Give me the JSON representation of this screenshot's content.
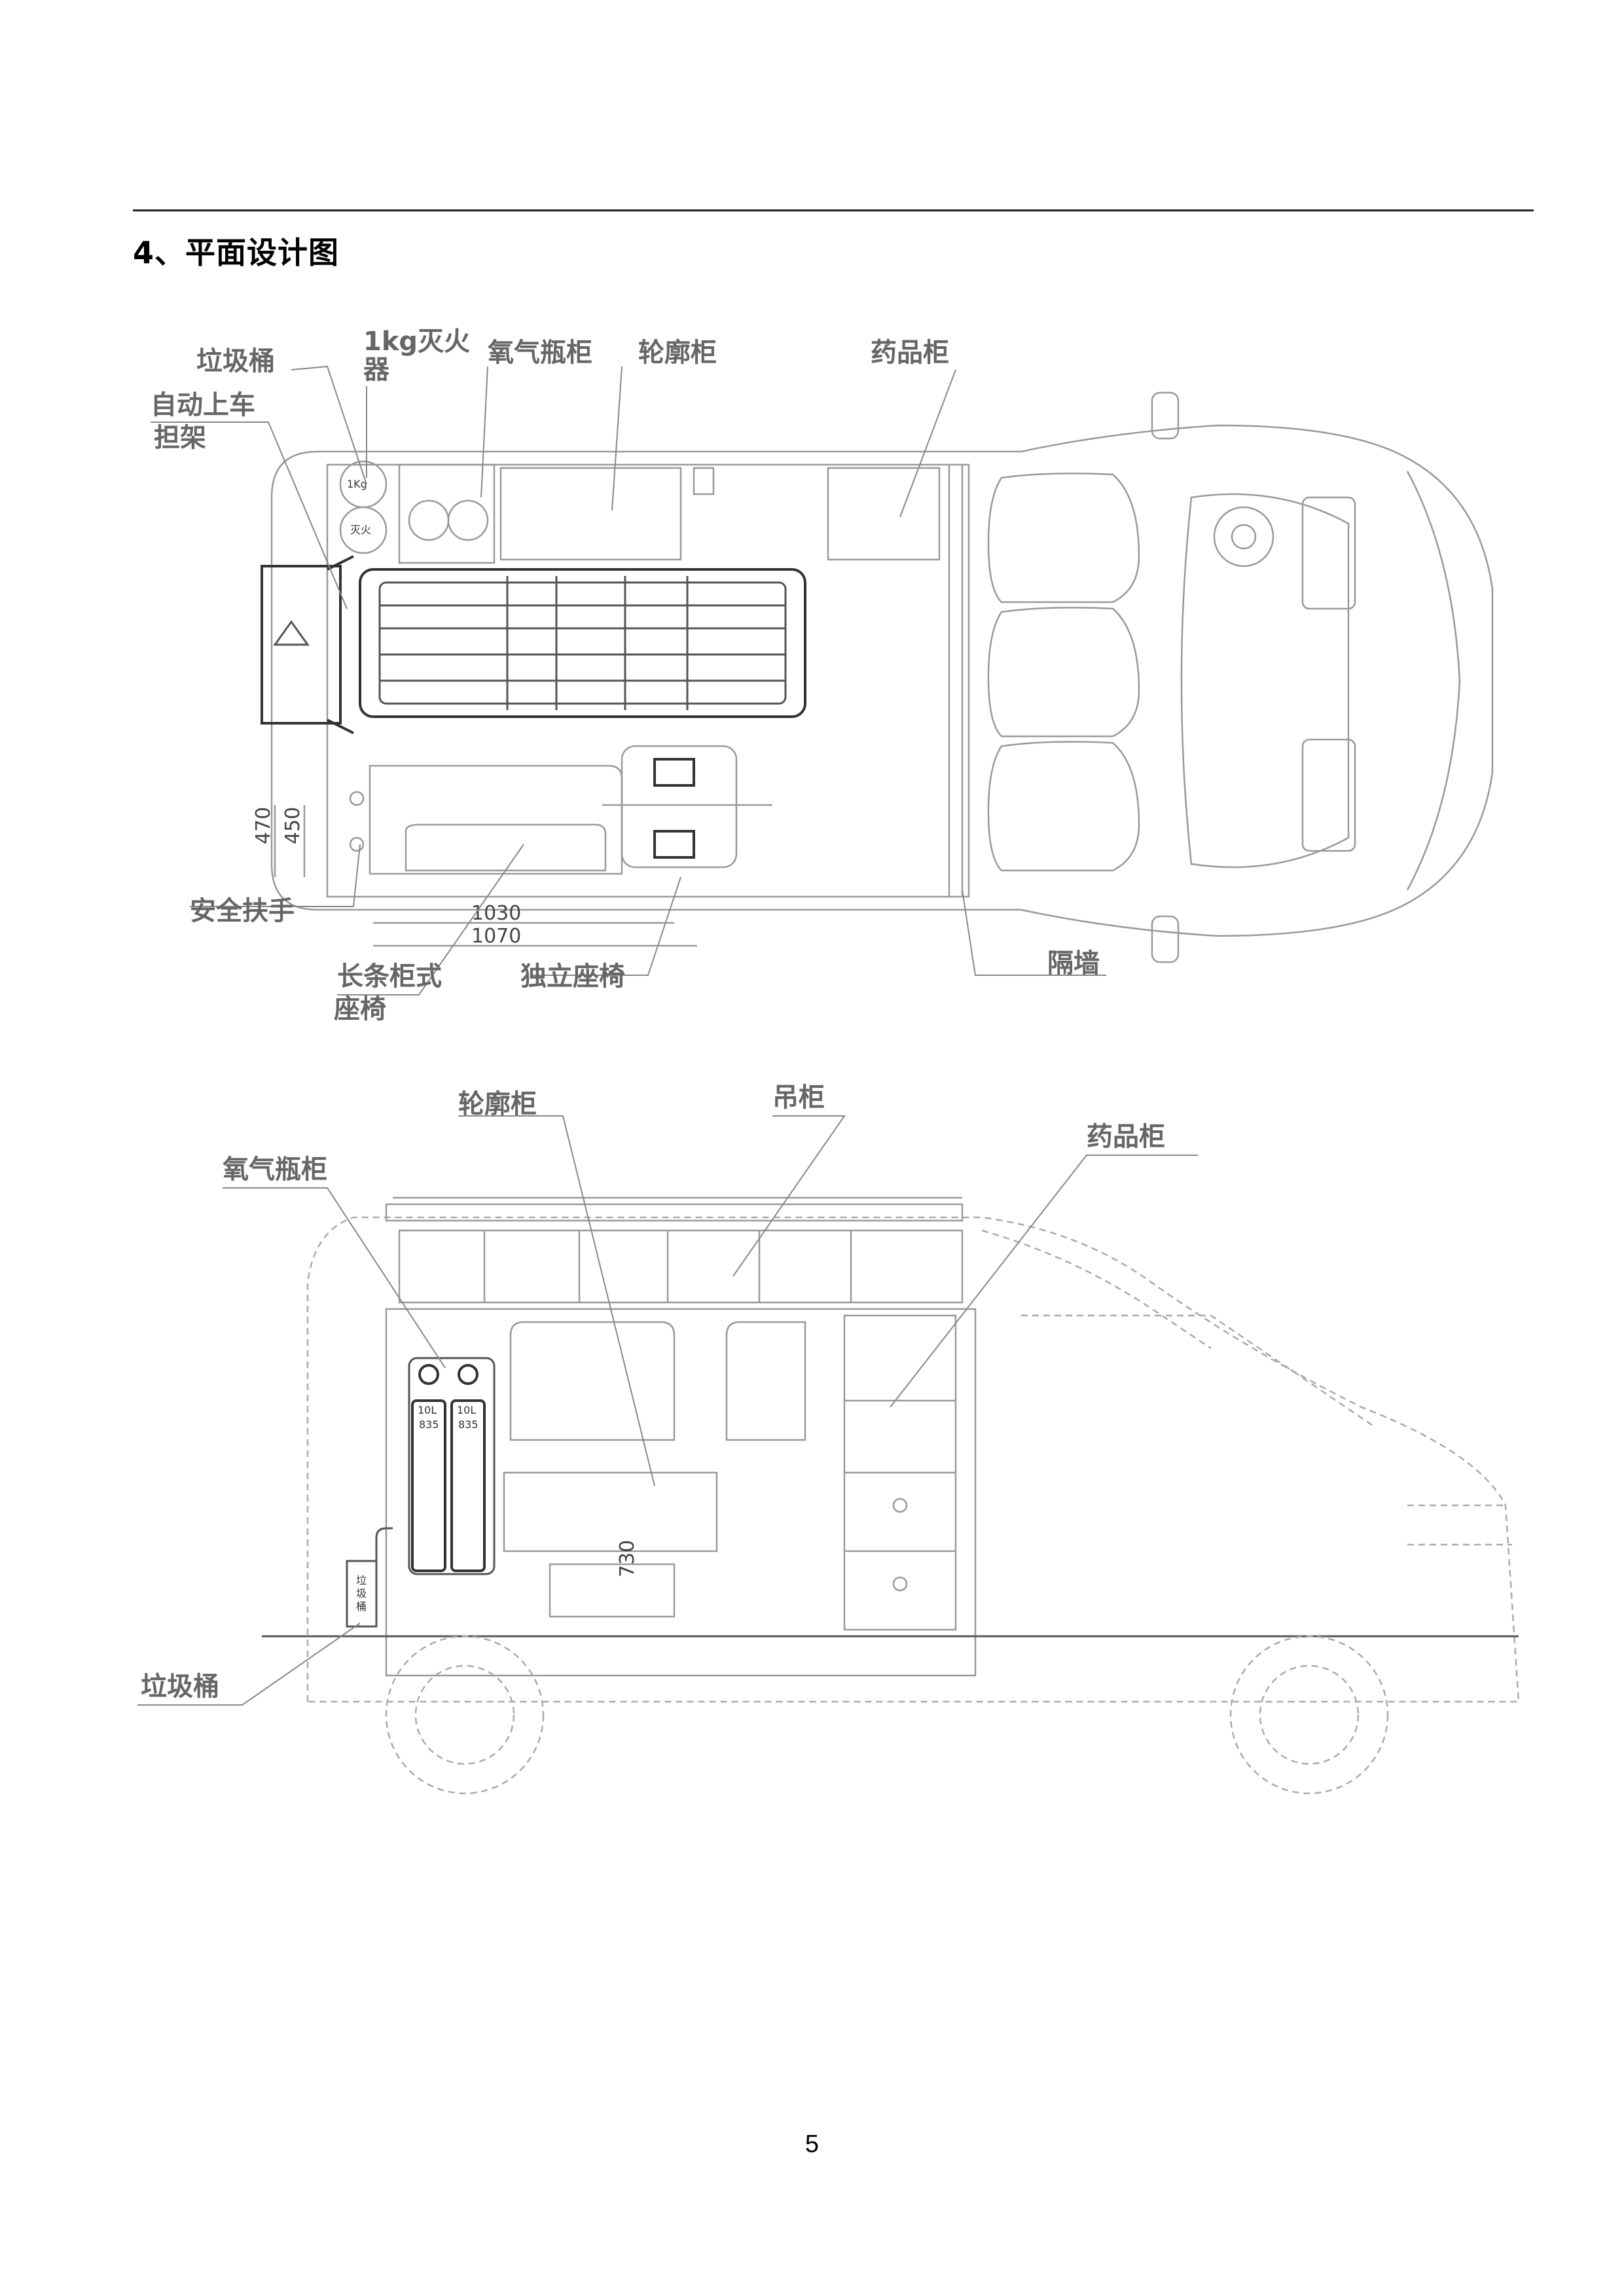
{
  "section_title": "4、平面设计图",
  "page_number": "5",
  "plan_view": {
    "labels": {
      "trash_bin": "垃圾桶",
      "extinguisher_line1": "1kg灭火",
      "extinguisher_line2": "器",
      "oxygen_cabinet": "氧气瓶柜",
      "wheel_arch_cabinet": "轮廓柜",
      "medicine_cabinet": "药品柜",
      "stretcher_line1": "自动上车",
      "stretcher_line2": "担架",
      "safety_handrail": "安全扶手",
      "bench_line1": "长条柜式",
      "bench_line2": "座椅",
      "single_seat": "独立座椅",
      "partition": "隔墙"
    },
    "dimensions": {
      "d470": "470",
      "d450": "450",
      "d1030": "1030",
      "d1070": "1070"
    },
    "marks": {
      "extinguisher_tag": "1Kg",
      "extinguisher_tag2": "灭火"
    }
  },
  "side_view": {
    "labels": {
      "wheel_arch_cabinet": "轮廓柜",
      "hanging_cabinet": "吊柜",
      "medicine_cabinet": "药品柜",
      "oxygen_cabinet": "氧气瓶柜",
      "trash_bin": "垃圾桶"
    },
    "dimensions": {
      "d730": "730"
    },
    "marks": {
      "cylinder_volume_1": "10L",
      "cylinder_volume_2": "10L",
      "cylinder_code_1": "835",
      "cylinder_code_2": "835",
      "bin_text_1": "垃",
      "bin_text_2": "圾",
      "bin_text_3": "桶"
    }
  }
}
